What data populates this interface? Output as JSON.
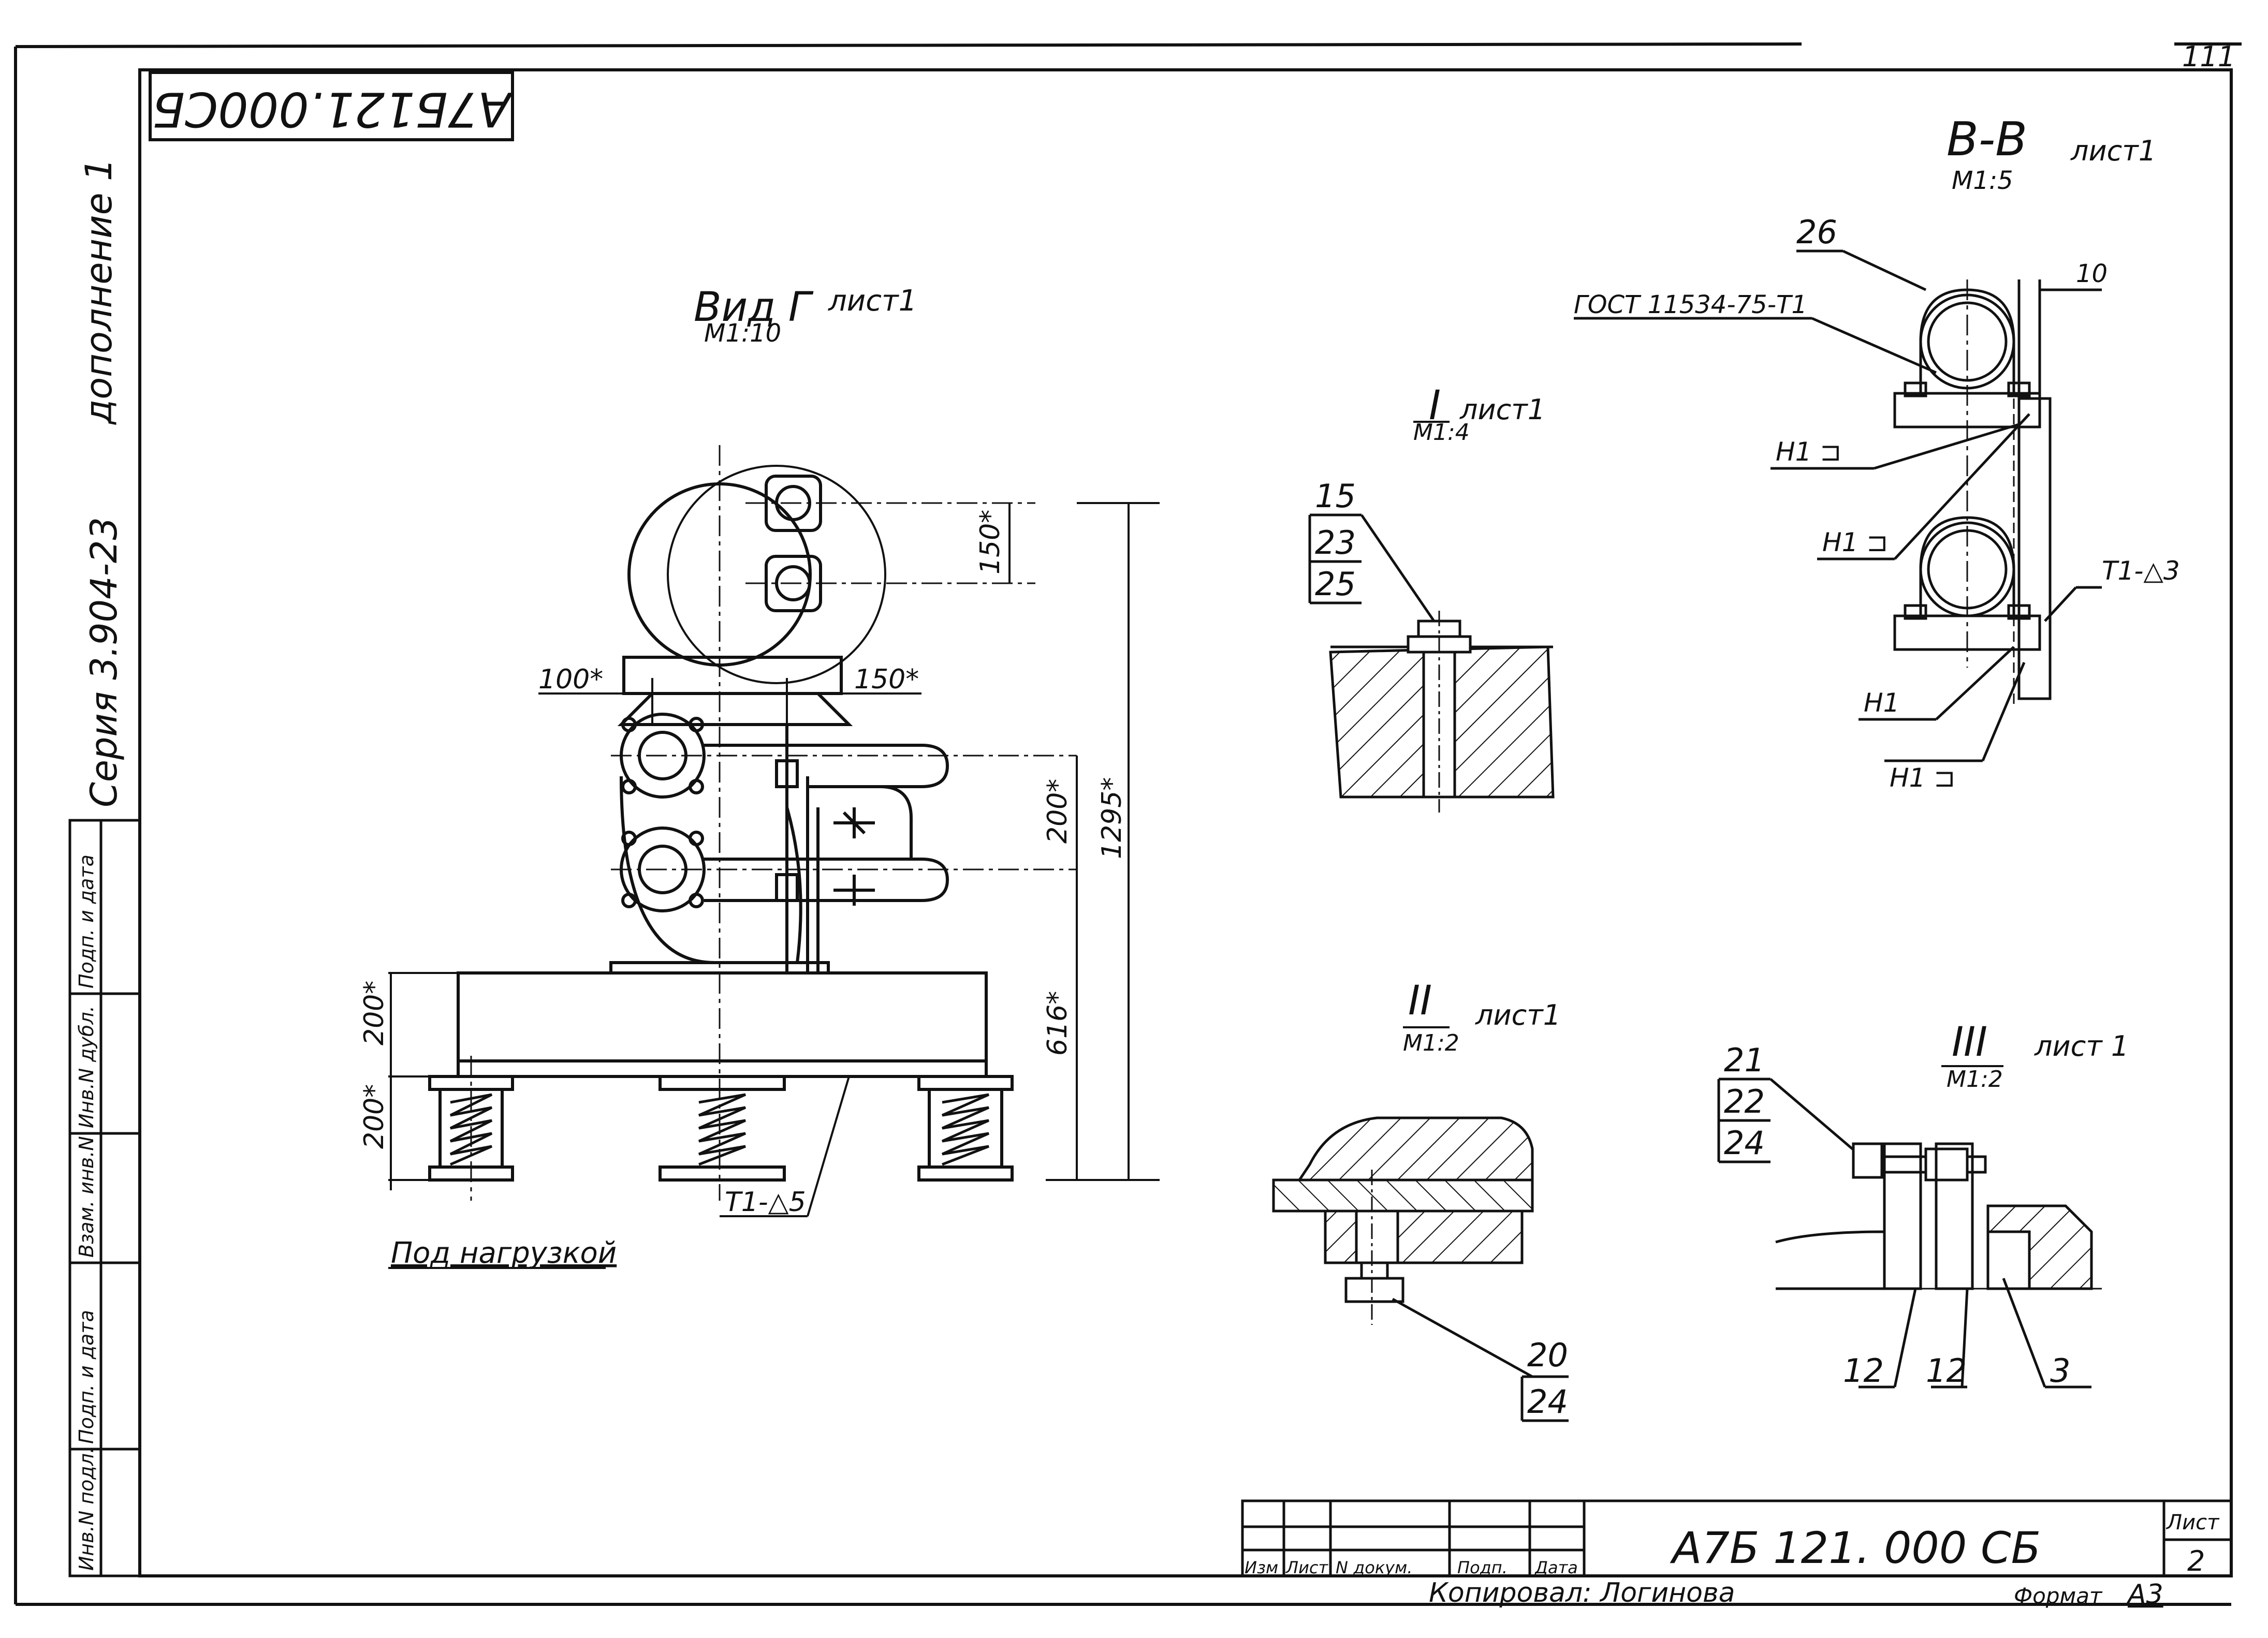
{
  "stamp": {
    "text": "А7Б121.000СБ"
  },
  "sheet_corner": "111",
  "margin": {
    "addendum": "дополнение 1",
    "series": "Серия 3.904-23"
  },
  "side_table": [
    "Инв.N подл.",
    "Подп. и дата",
    "Взам. инв.N",
    "Инв.N дубл.",
    "Подп. и дата"
  ],
  "view_g": {
    "title": "Вид Г",
    "sheet": "лист1",
    "scale": "М1:10",
    "dims": {
      "d150a": "150*",
      "d150b": "150*",
      "d100": "100*",
      "d200a": "200*",
      "d1295": "1295*",
      "d616": "616*",
      "d200b": "200*",
      "d200c": "200*"
    },
    "weld": "Т1-△5",
    "load_note": "Под нагрузкой"
  },
  "detail_1": {
    "numeral": "I",
    "sheet": "лист1",
    "scale": "М1:4",
    "callouts": [
      "15",
      "23",
      "25"
    ]
  },
  "detail_2": {
    "numeral": "II",
    "sheet": "лист1",
    "scale": "М1:2",
    "callouts": [
      "20",
      "24"
    ]
  },
  "detail_3": {
    "numeral": "III",
    "sheet": "лист 1",
    "scale": "М1:2",
    "callouts": [
      "21",
      "22",
      "24"
    ],
    "parts": [
      "12",
      "12",
      "3"
    ]
  },
  "section_bb": {
    "title": "В-В",
    "sheet": "лист1",
    "scale": "М1:5",
    "part": "26",
    "gost": "ГОСТ 11534-75-Т1",
    "dim10": "10",
    "welds": [
      "Н1 ⊐",
      "Н1 ⊐",
      "Т1-△3",
      "Н1",
      "Н1 ⊐"
    ]
  },
  "title_block": {
    "cols": [
      "Изм",
      "Лист",
      "N докум.",
      "Подп.",
      "Дата"
    ],
    "designation": "А7Б 121. 000 СБ",
    "sheet_label": "Лист",
    "sheet_no": "2",
    "copied": "Копировал: Логинова",
    "format_label": "Формат",
    "format": "А3"
  }
}
